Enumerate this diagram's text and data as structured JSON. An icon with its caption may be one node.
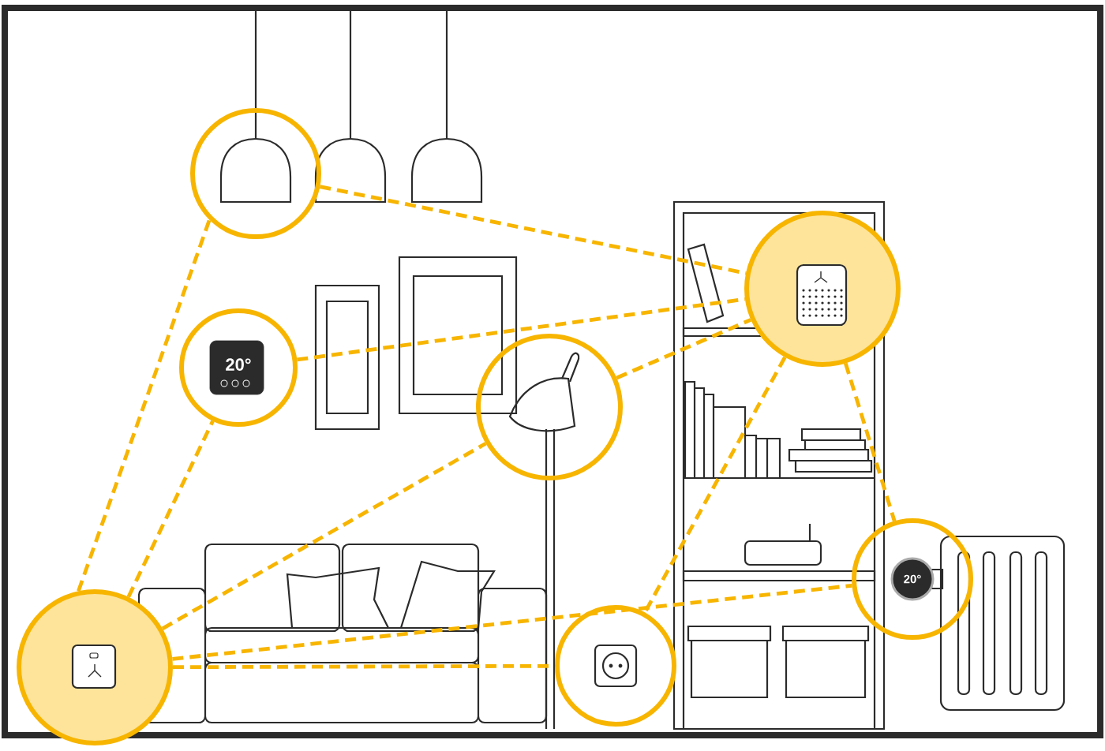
{
  "diagram": {
    "nodes": [
      {
        "text": [],
        "shape": "circle"
      },
      {
        "text": [],
        "shape": "circle"
      },
      {
        "text": [
          "20°"
        ]
      },
      {
        "text": [],
        "shape": "circle"
      },
      {
        "text": [],
        "shape": "circle"
      },
      {
        "text": [],
        "shape": "circle"
      },
      {
        "text": [
          "20°"
        ]
      }
    ],
    "edges": [
      {
        "from": 0,
        "to": 1,
        "arrow": "none"
      },
      {
        "from": 2,
        "to": 1,
        "arrow": "none"
      },
      {
        "from": 3,
        "to": 1,
        "arrow": "none"
      },
      {
        "from": 1,
        "to": 5,
        "arrow": "none"
      },
      {
        "from": 1,
        "to": 6,
        "arrow": "none"
      },
      {
        "from": 4,
        "to": 0,
        "arrow": "none"
      },
      {
        "from": 4,
        "to": 2,
        "arrow": "none"
      },
      {
        "from": 4,
        "to": 3,
        "arrow": "none"
      },
      {
        "from": 4,
        "to": 6,
        "arrow": "none"
      },
      {
        "from": 4,
        "to": 5,
        "arrow": "none"
      }
    ]
  }
}
